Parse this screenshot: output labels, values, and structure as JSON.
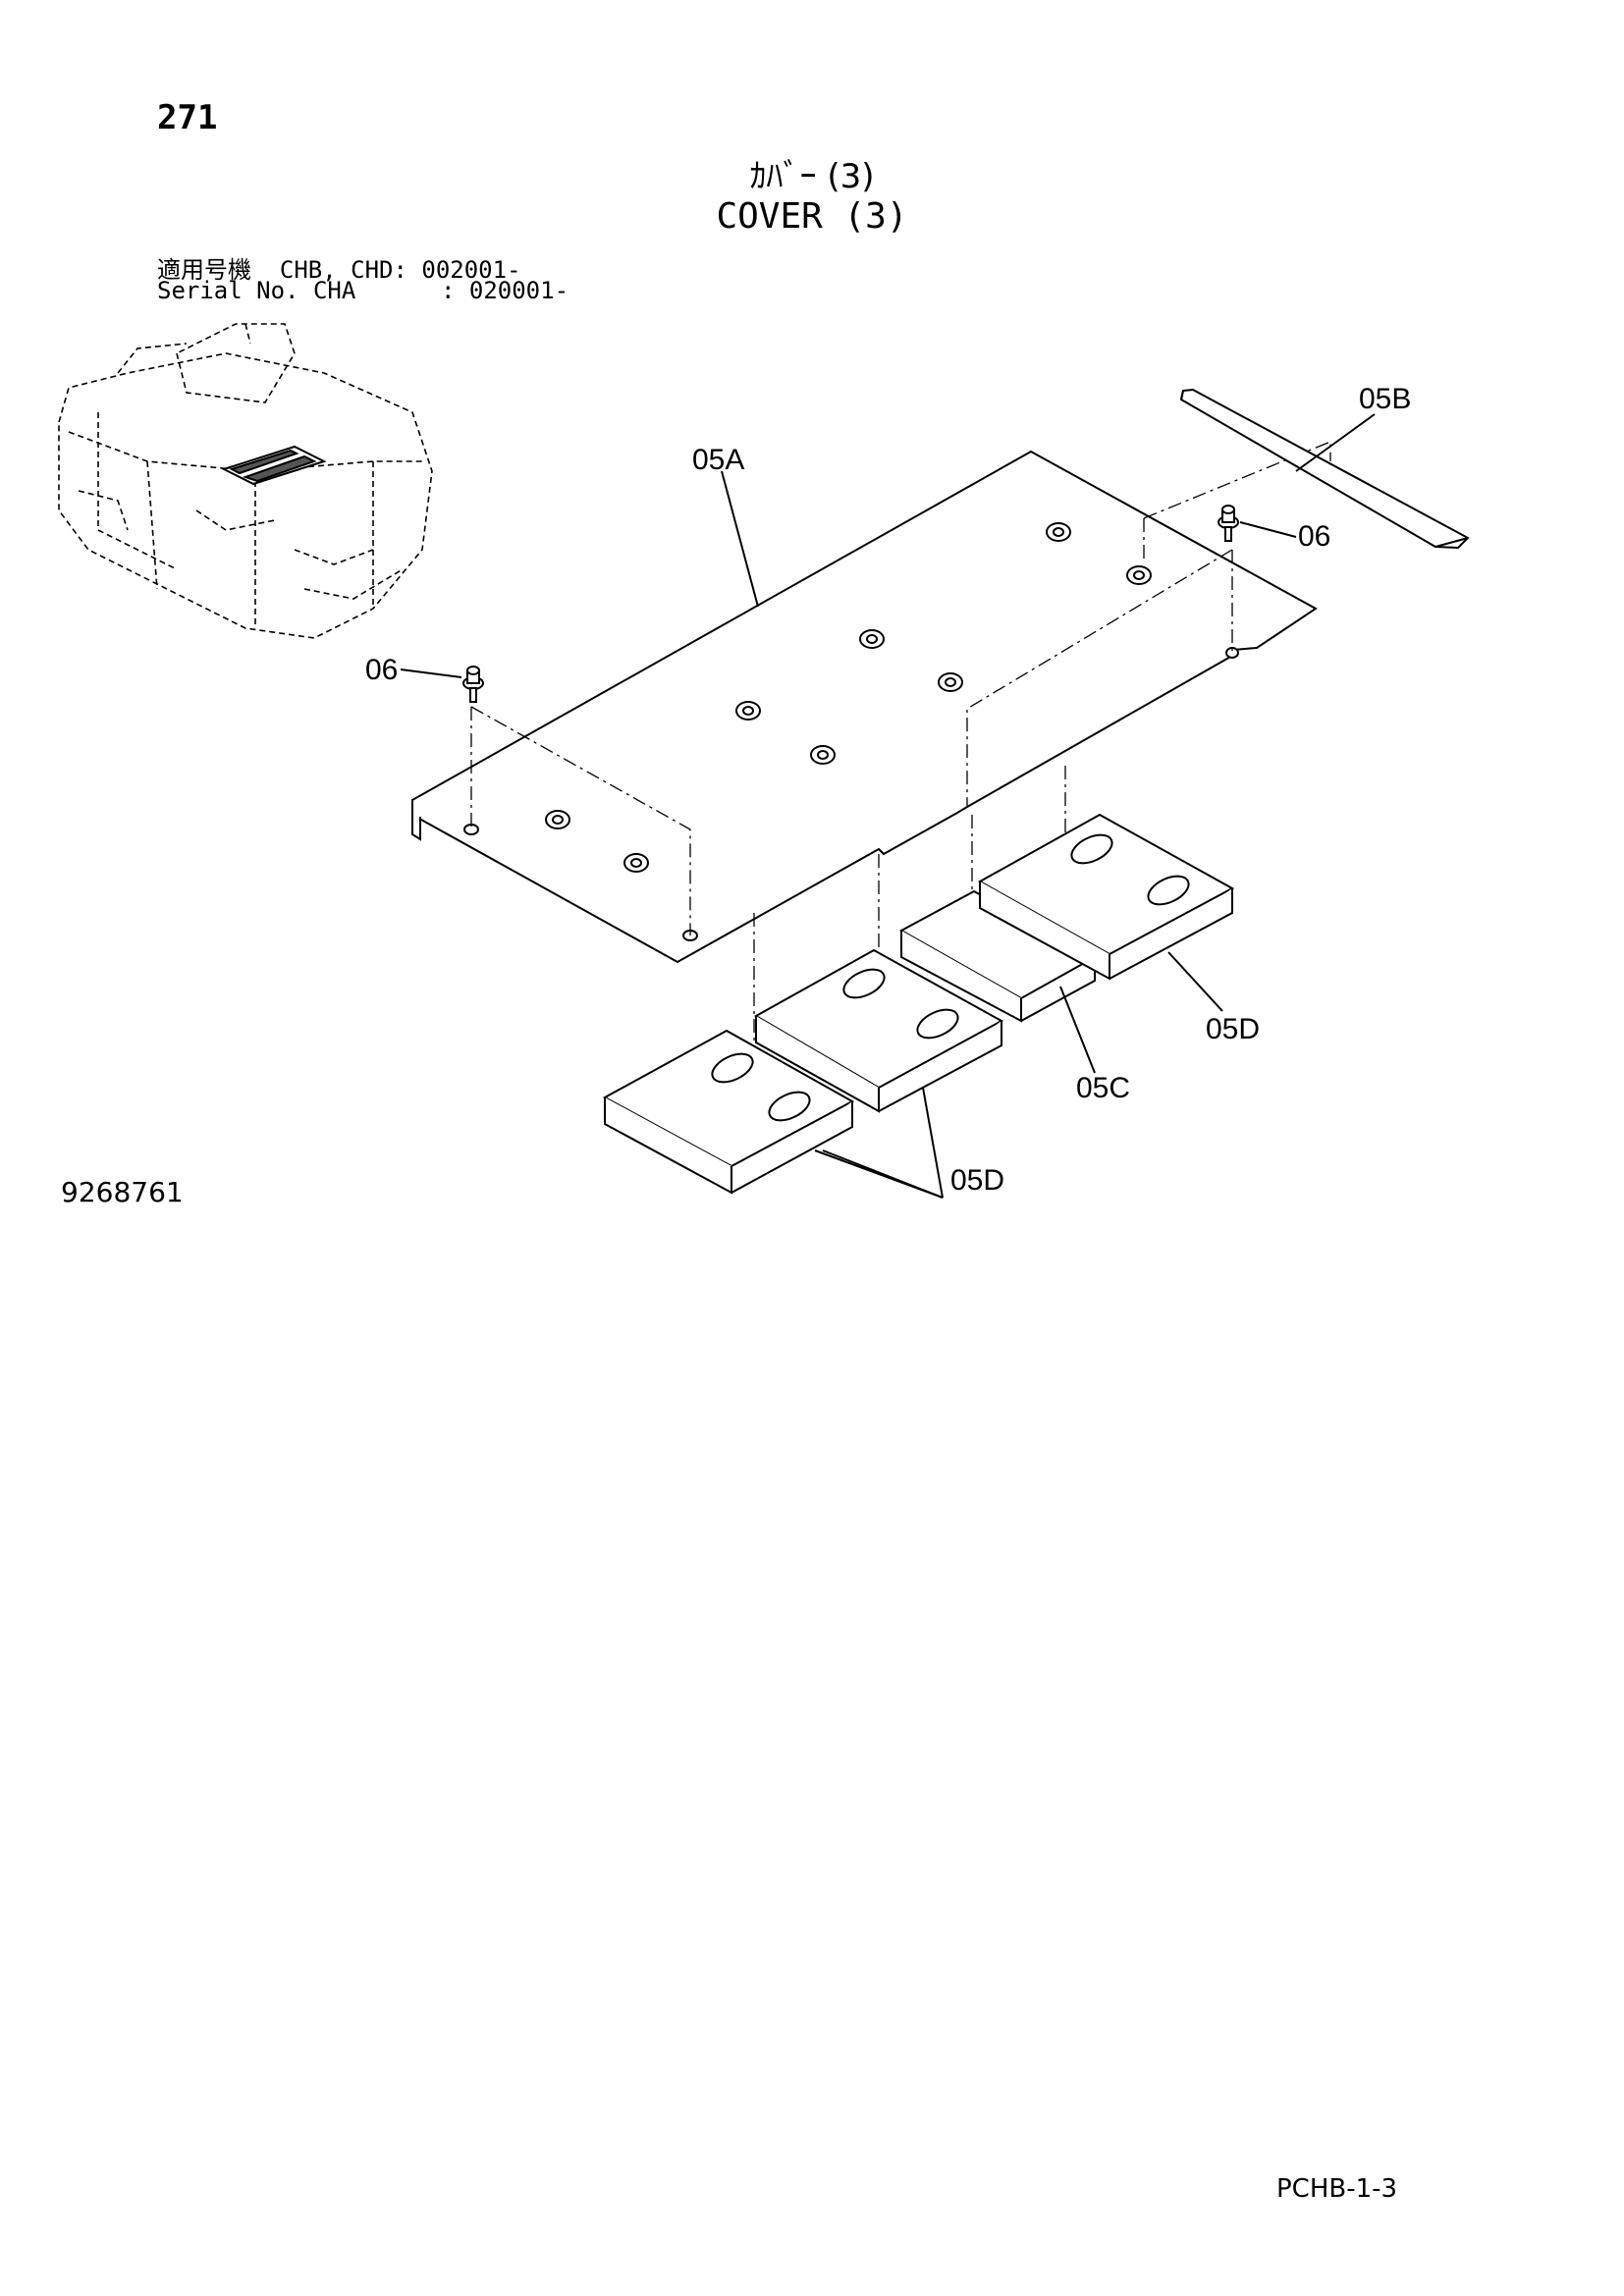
{
  "page_number": "271",
  "title_jp": "ｶﾊﾞｰ (3)",
  "title_en": "COVER (3)",
  "serial_line1": "適用号機  CHB, CHD: 002001-",
  "serial_line2": "Serial No. CHA      : 020001-",
  "figure_id": "9268761",
  "page_code": "PCHB-1-3",
  "callouts": {
    "cover_plate": "05A",
    "strip": "05B",
    "pad_small": "05C",
    "pad_right": "05D",
    "pad_left_pair": "05D",
    "bolt_right": "06",
    "bolt_left": "06"
  }
}
